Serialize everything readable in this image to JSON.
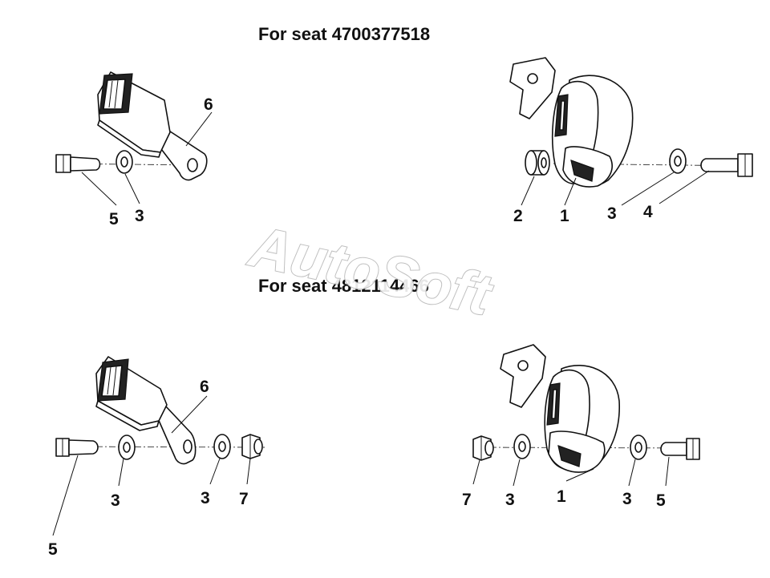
{
  "sections": [
    {
      "title": "For seat 4700377518"
    },
    {
      "title": "For seat 4812114466"
    }
  ],
  "callouts": {
    "top_left": {
      "buckle": "6",
      "bolt": "5",
      "washer": "3"
    },
    "top_right": {
      "spacer": "2",
      "retractor": "1",
      "washer": "3",
      "bolt": "4"
    },
    "bottom_left": {
      "buckle": "6",
      "washer_a": "3",
      "washer_b": "3",
      "nut": "7",
      "bolt": "5"
    },
    "bottom_right": {
      "nut": "7",
      "washer_a": "3",
      "retractor": "1",
      "washer_b": "3",
      "bolt": "5"
    }
  },
  "watermark": {
    "text": "AutoSoft"
  }
}
